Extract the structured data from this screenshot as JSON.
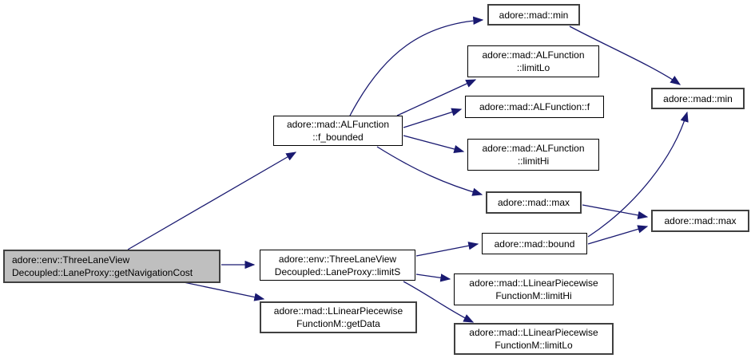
{
  "diagram": {
    "type": "doxygen-call-graph",
    "colors": {
      "background": "#ffffff",
      "edge": "#191970",
      "node_fill": "#ffffff",
      "node_border": "#000000",
      "emphasis_border": "#404040",
      "focus_node_fill": "#bfbfbf",
      "text": "#000000"
    },
    "nodes": {
      "getNavigationCost": {
        "lines": [
          "adore::env::ThreeLaneView",
          "Decoupled::LaneProxy::getNavigationCost"
        ]
      },
      "f_bounded": {
        "lines": [
          "adore::mad::ALFunction",
          "::f_bounded"
        ]
      },
      "limitS": {
        "lines": [
          "adore::env::ThreeLaneView",
          "Decoupled::LaneProxy::limitS"
        ]
      },
      "getData": {
        "lines": [
          "adore::mad::LLinearPiecewise",
          "FunctionM::getData"
        ]
      },
      "min_top": {
        "lines": [
          "adore::mad::min"
        ]
      },
      "alf_limitLo": {
        "lines": [
          "adore::mad::ALFunction",
          "::limitLo"
        ]
      },
      "alf_f": {
        "lines": [
          "adore::mad::ALFunction::f"
        ]
      },
      "alf_limitHi": {
        "lines": [
          "adore::mad::ALFunction",
          "::limitHi"
        ]
      },
      "max_mid": {
        "lines": [
          "adore::mad::max"
        ]
      },
      "bound": {
        "lines": [
          "adore::mad::bound"
        ]
      },
      "min_right": {
        "lines": [
          "adore::mad::min"
        ]
      },
      "max_right": {
        "lines": [
          "adore::mad::max"
        ]
      },
      "llp_limitHi": {
        "lines": [
          "adore::mad::LLinearPiecewise",
          "FunctionM::limitHi"
        ]
      },
      "llp_limitLo": {
        "lines": [
          "adore::mad::LLinearPiecewise",
          "FunctionM::limitLo"
        ]
      }
    },
    "edges": [
      {
        "from": "getNavigationCost",
        "to": "f_bounded"
      },
      {
        "from": "getNavigationCost",
        "to": "limitS"
      },
      {
        "from": "getNavigationCost",
        "to": "getData"
      },
      {
        "from": "f_bounded",
        "to": "min_top"
      },
      {
        "from": "f_bounded",
        "to": "alf_limitLo"
      },
      {
        "from": "f_bounded",
        "to": "alf_f"
      },
      {
        "from": "f_bounded",
        "to": "alf_limitHi"
      },
      {
        "from": "f_bounded",
        "to": "max_mid"
      },
      {
        "from": "min_top",
        "to": "min_right"
      },
      {
        "from": "max_mid",
        "to": "max_right"
      },
      {
        "from": "bound",
        "to": "max_right"
      },
      {
        "from": "bound",
        "to": "min_right"
      },
      {
        "from": "limitS",
        "to": "bound"
      },
      {
        "from": "limitS",
        "to": "llp_limitHi"
      },
      {
        "from": "limitS",
        "to": "llp_limitLo"
      }
    ]
  }
}
